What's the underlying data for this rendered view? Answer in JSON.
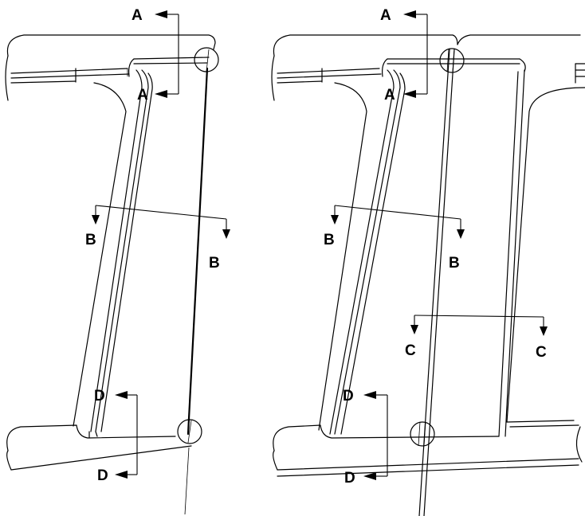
{
  "section_labels": {
    "a": "A",
    "b": "B",
    "c": "C",
    "d": "D"
  },
  "colors": {
    "line": "#000000",
    "background": "#ffffff"
  }
}
